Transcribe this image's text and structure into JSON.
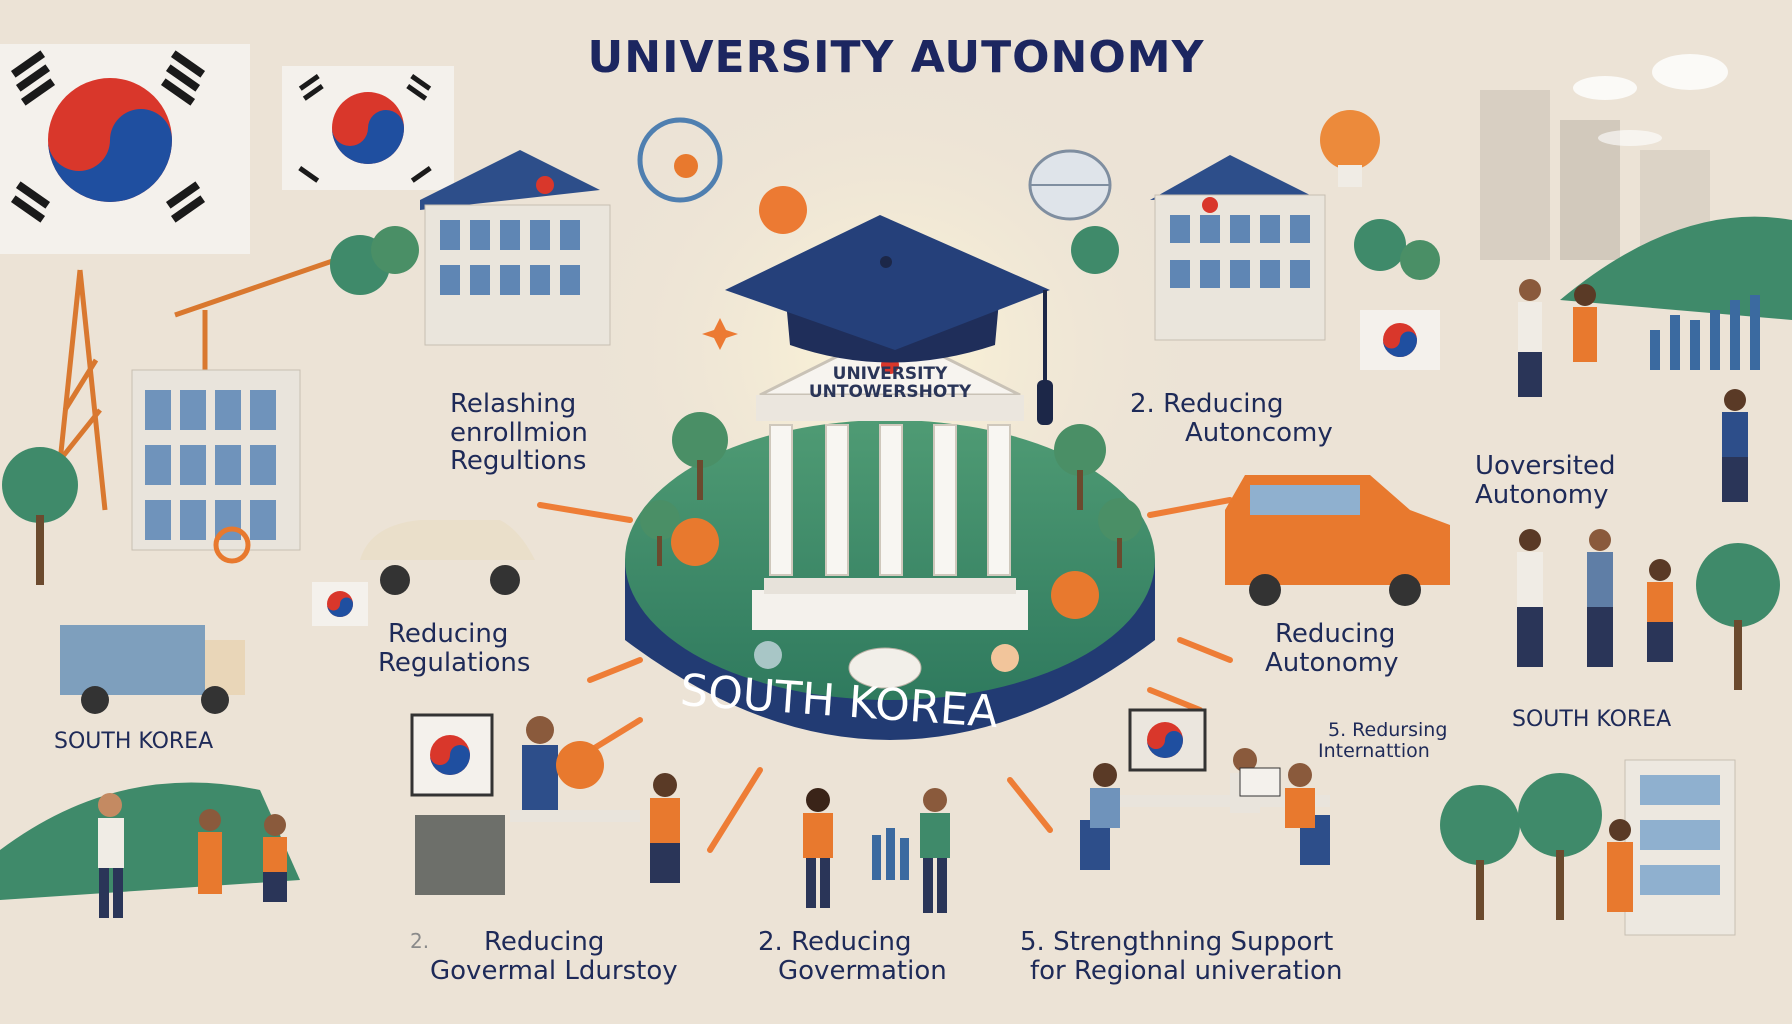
{
  "title": "UNIVERSITY AUTONOMY",
  "center": {
    "band_text": "SOUTH KOREA",
    "pediment_line1": "UNIVERSITY",
    "pediment_line2": "UNTOWERSHOTY"
  },
  "labels": {
    "relaxing": [
      "Relashing",
      "enrollmion",
      "Regultions"
    ],
    "reducing_autonomy_top": [
      "2.  Reducing",
      "Autoncomy"
    ],
    "university_autonomy_right": [
      "Uoversited",
      "Autonomy"
    ],
    "reducing_regulations": [
      "Reducing",
      "Regulations"
    ],
    "reducing_autonomy_mid": [
      "Reducing",
      "Autonomy"
    ],
    "south_korea_left": "SOUTH KOREA",
    "south_korea_right": "SOUTH KOREA",
    "internation": [
      "5. Redursing",
      "Internattion"
    ],
    "bottom_1": [
      "Reducing",
      "Govermal Ldurstoy"
    ],
    "bottom_1_num": "2.",
    "bottom_2": [
      "2.  Reducing",
      "Govermation"
    ],
    "bottom_3": [
      "5. Strengthning Support",
      "for Regional univeration"
    ]
  },
  "colors": {
    "background": "#ece3d6",
    "navy": "#1e2a58",
    "orange": "#e8792e",
    "green": "#3f8a6a",
    "flag_red": "#d9372b",
    "flag_blue": "#1f4fa0"
  }
}
